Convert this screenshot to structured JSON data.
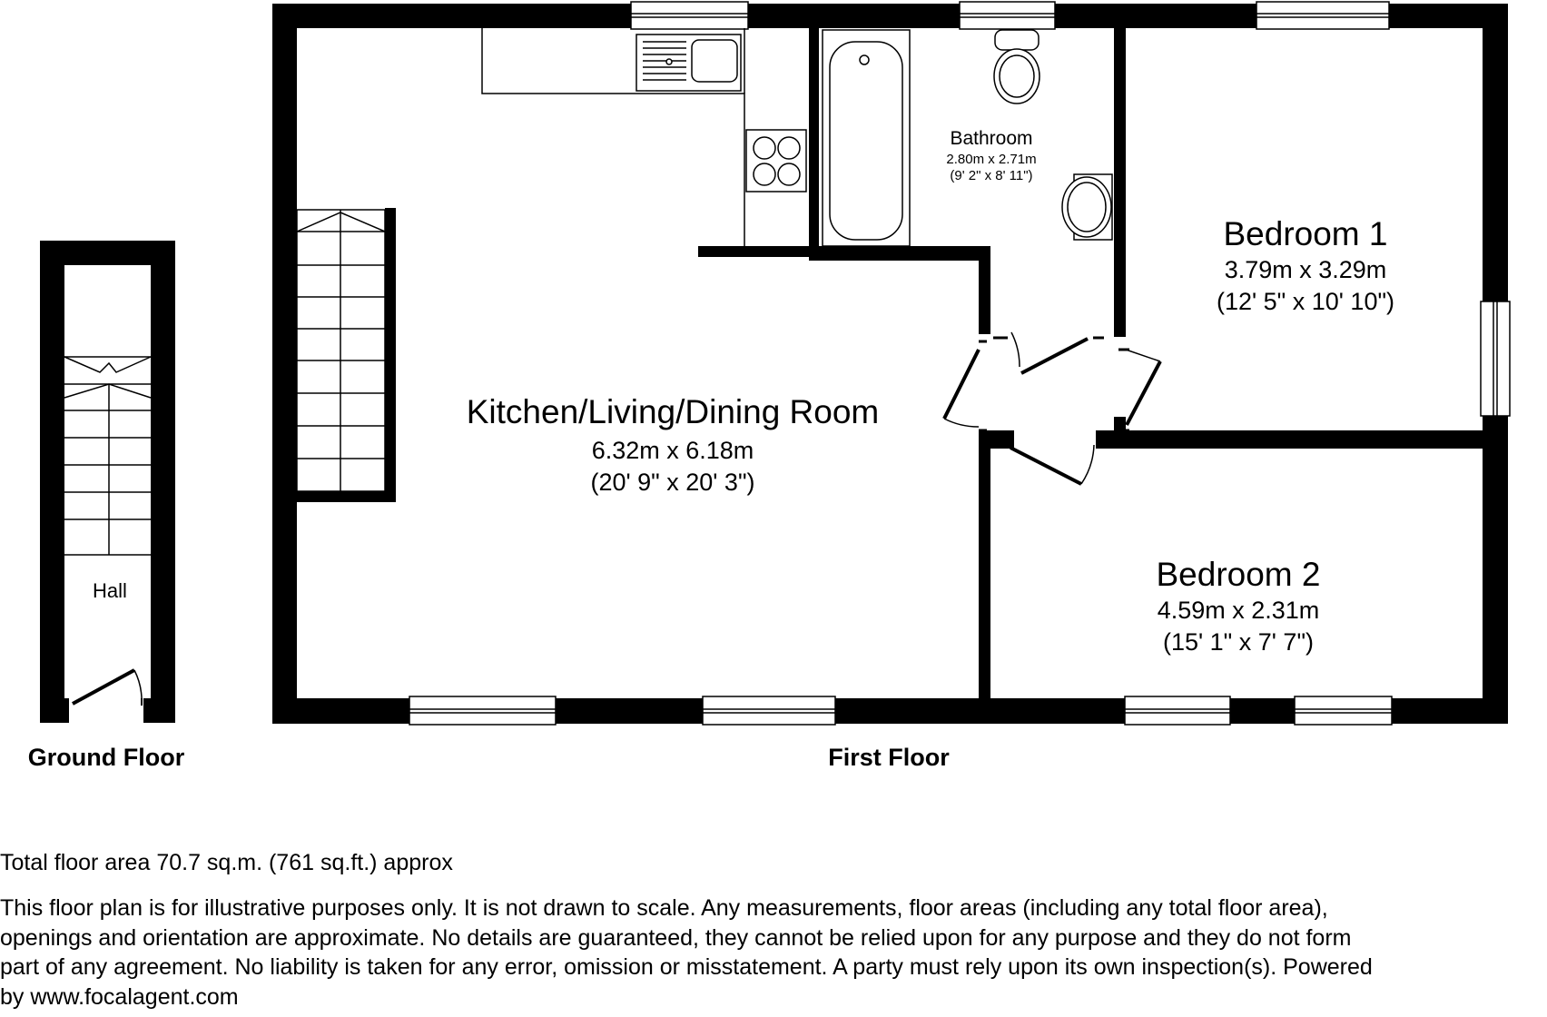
{
  "floors": {
    "ground": {
      "caption": "Ground Floor",
      "rooms": {
        "hall": {
          "name": "Hall"
        }
      }
    },
    "first": {
      "caption": "First Floor",
      "rooms": {
        "kitchen": {
          "name": "Kitchen/Living/Dining Room",
          "metric": "6.32m x 6.18m",
          "imperial": "(20' 9\" x 20' 3\")"
        },
        "bathroom": {
          "name": "Bathroom",
          "metric": "2.80m x 2.71m",
          "imperial": "(9' 2\" x 8' 11\")"
        },
        "bedroom1": {
          "name": "Bedroom 1",
          "metric": "3.79m x 3.29m",
          "imperial": "(12' 5\" x 10' 10\")"
        },
        "bedroom2": {
          "name": "Bedroom 2",
          "metric": "4.59m x 2.31m",
          "imperial": "(15' 1\" x 7' 7\")"
        }
      }
    }
  },
  "footer": {
    "total_area": "Total floor area 70.7 sq.m. (761 sq.ft.) approx",
    "disclaimer_lines": [
      "This floor plan is for illustrative purposes only. It is not drawn to scale. Any measurements, floor areas (including any total floor area),",
      "openings and orientation are approximate. No details are guaranteed, they cannot be relied upon for any purpose and they do not form",
      "part of any agreement. No liability is taken for any error, omission or misstatement. A party must rely upon its own inspection(s). Powered",
      "by www.focalagent.com"
    ]
  }
}
